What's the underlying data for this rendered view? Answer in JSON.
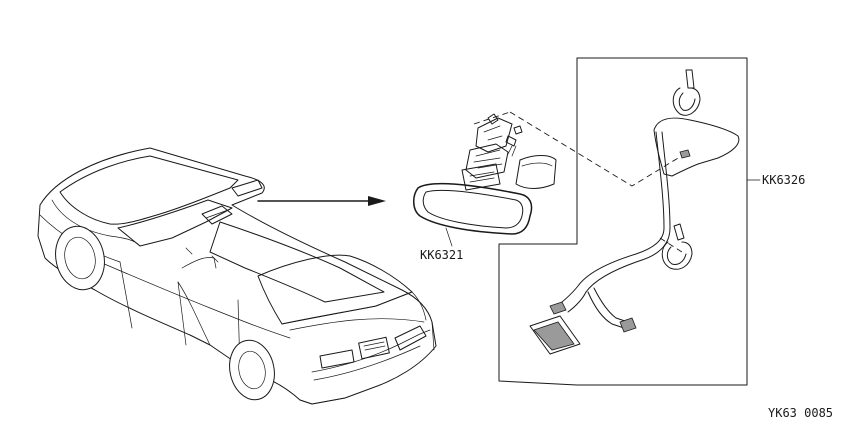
{
  "callouts": {
    "mirror_part": "KK6321",
    "harness_part": "KK6326"
  },
  "figure_code": "YK63 0085",
  "icons": {
    "car": "sedan-car-icon",
    "mirror": "rearview-mirror-icon",
    "harness": "wire-harness-icon",
    "arrow": "arrow-right-icon"
  },
  "colors": {
    "line": "#1a1a1a",
    "background": "#ffffff"
  }
}
